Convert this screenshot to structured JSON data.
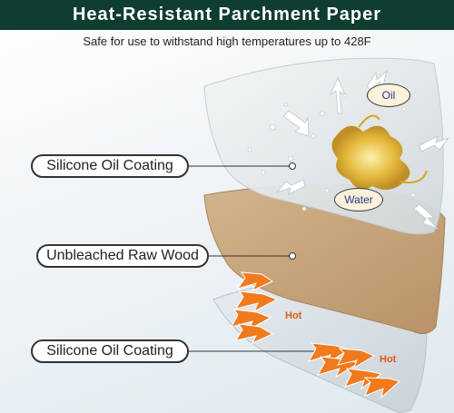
{
  "header": {
    "title": "Heat-Resistant Parchment Paper",
    "subtitle": "Safe for use to withstand high temperatures up to 428F"
  },
  "labels": {
    "top_layer": "Silicone Oil Coating",
    "middle_layer": "Unbleached Raw Wood",
    "bottom_layer": "Silicone Oil Coating"
  },
  "bubbles": {
    "oil": "Oil",
    "water": "Water"
  },
  "heat": {
    "left": "Hot",
    "right": "Hot"
  },
  "colors": {
    "banner": "#0f3d32",
    "wood": "#c8a67c",
    "heat_arrow": "#f07a1c"
  }
}
